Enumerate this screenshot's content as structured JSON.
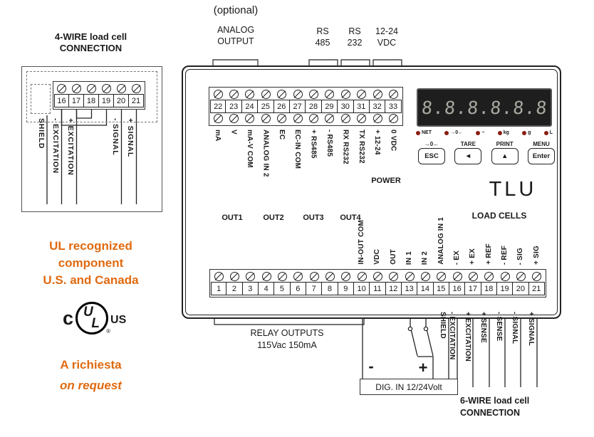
{
  "colors": {
    "accent_orange": "#E06A10",
    "display_background": "#1e1e1e",
    "display_digits": "#a9a9a1",
    "led_red": "#8b1d12"
  },
  "left_panel": {
    "title_line1": "4-WIRE load cell",
    "title_line2": "CONNECTION",
    "terminals": [
      "16",
      "17",
      "18",
      "19",
      "20",
      "21"
    ],
    "wire_labels": [
      "SHIELD",
      "- EXCITATION",
      "+ EXCITATION",
      "- SIGNAL",
      "+ SIGNAL"
    ],
    "ul_text_line1": "UL recognized",
    "ul_text_line2": "component",
    "ul_text_line3": "U.S. and Canada",
    "ul_logo_c": "c",
    "ul_logo_u": "U",
    "ul_logo_l": "L",
    "ul_logo_r": "®",
    "ul_logo_us": "US",
    "request_line1": "A richiesta",
    "request_line2": "on request"
  },
  "top_annotations": {
    "optional": "(optional)",
    "analog_output_line1": "ANALOG",
    "analog_output_line2": "OUTPUT",
    "rs485_line1": "RS",
    "rs485_line2": "485",
    "rs232_line1": "RS",
    "rs232_line2": "232",
    "supply_line1": "12-24",
    "supply_line2": "VDC"
  },
  "device": {
    "model": "TLU",
    "power_label": "POWER",
    "load_cells_label": "LOAD CELLS",
    "display_text": "8.8.8.8.8.8",
    "leds": [
      {
        "label": "NET"
      },
      {
        "label": "→0←"
      },
      {
        "label": "~"
      },
      {
        "label": "kg"
      },
      {
        "label": "g"
      },
      {
        "label": "L"
      }
    ],
    "buttons": [
      {
        "top": "→0←",
        "face": "ESC"
      },
      {
        "top": "TARE",
        "face": "◄"
      },
      {
        "top": "PRINT",
        "face": "▲"
      },
      {
        "top": "MENU",
        "face": "Enter"
      }
    ],
    "relay_labels": [
      "OUT1",
      "OUT2",
      "OUT3",
      "OUT4"
    ],
    "top_terminals": [
      {
        "num": "22",
        "label": "mA"
      },
      {
        "num": "23",
        "label": "V"
      },
      {
        "num": "24",
        "label": "mA-V COM"
      },
      {
        "num": "25",
        "label": "ANALOG IN 2"
      },
      {
        "num": "26",
        "label": "EC"
      },
      {
        "num": "27",
        "label": "EC-IN COM"
      },
      {
        "num": "28",
        "label": "+ RS485"
      },
      {
        "num": "29",
        "label": "- RS485"
      },
      {
        "num": "30",
        "label": "RX RS232"
      },
      {
        "num": "31",
        "label": "TX RS232"
      },
      {
        "num": "32",
        "label": "+ 12-24"
      },
      {
        "num": "33",
        "label": "0 VDC"
      }
    ],
    "bottom_terminals": [
      {
        "num": "1",
        "label": ""
      },
      {
        "num": "2",
        "label": ""
      },
      {
        "num": "3",
        "label": ""
      },
      {
        "num": "4",
        "label": ""
      },
      {
        "num": "5",
        "label": ""
      },
      {
        "num": "6",
        "label": ""
      },
      {
        "num": "7",
        "label": ""
      },
      {
        "num": "8",
        "label": ""
      },
      {
        "num": "9",
        "label": ""
      },
      {
        "num": "10",
        "label": "IN-OUT COM"
      },
      {
        "num": "11",
        "label": "VDC"
      },
      {
        "num": "12",
        "label": "OUT"
      },
      {
        "num": "13",
        "label": "IN 1"
      },
      {
        "num": "14",
        "label": "IN 2"
      },
      {
        "num": "15",
        "label": "ANALOG IN 1"
      },
      {
        "num": "16",
        "label": "- EX"
      },
      {
        "num": "17",
        "label": "+ EX"
      },
      {
        "num": "18",
        "label": "+ REF"
      },
      {
        "num": "19",
        "label": "- REF"
      },
      {
        "num": "20",
        "label": "- SIG"
      },
      {
        "num": "21",
        "label": "+ SIG"
      }
    ]
  },
  "bottom_annotations": {
    "relay_line1": "RELAY OUTPUTS",
    "relay_line2": "115Vac 150mA",
    "dig_in_minus": "-",
    "dig_in_plus": "+",
    "dig_in_label": "DIG. IN 12/24Volt",
    "six_wire_labels": [
      "SHIELD",
      "- EXCITATION",
      "+ EXCITATION",
      "+ SENSE",
      "- SENSE",
      "- SIGNAL",
      "+ SIGNAL"
    ],
    "six_wire_line1": "6-WIRE load cell",
    "six_wire_line2": "CONNECTION"
  }
}
